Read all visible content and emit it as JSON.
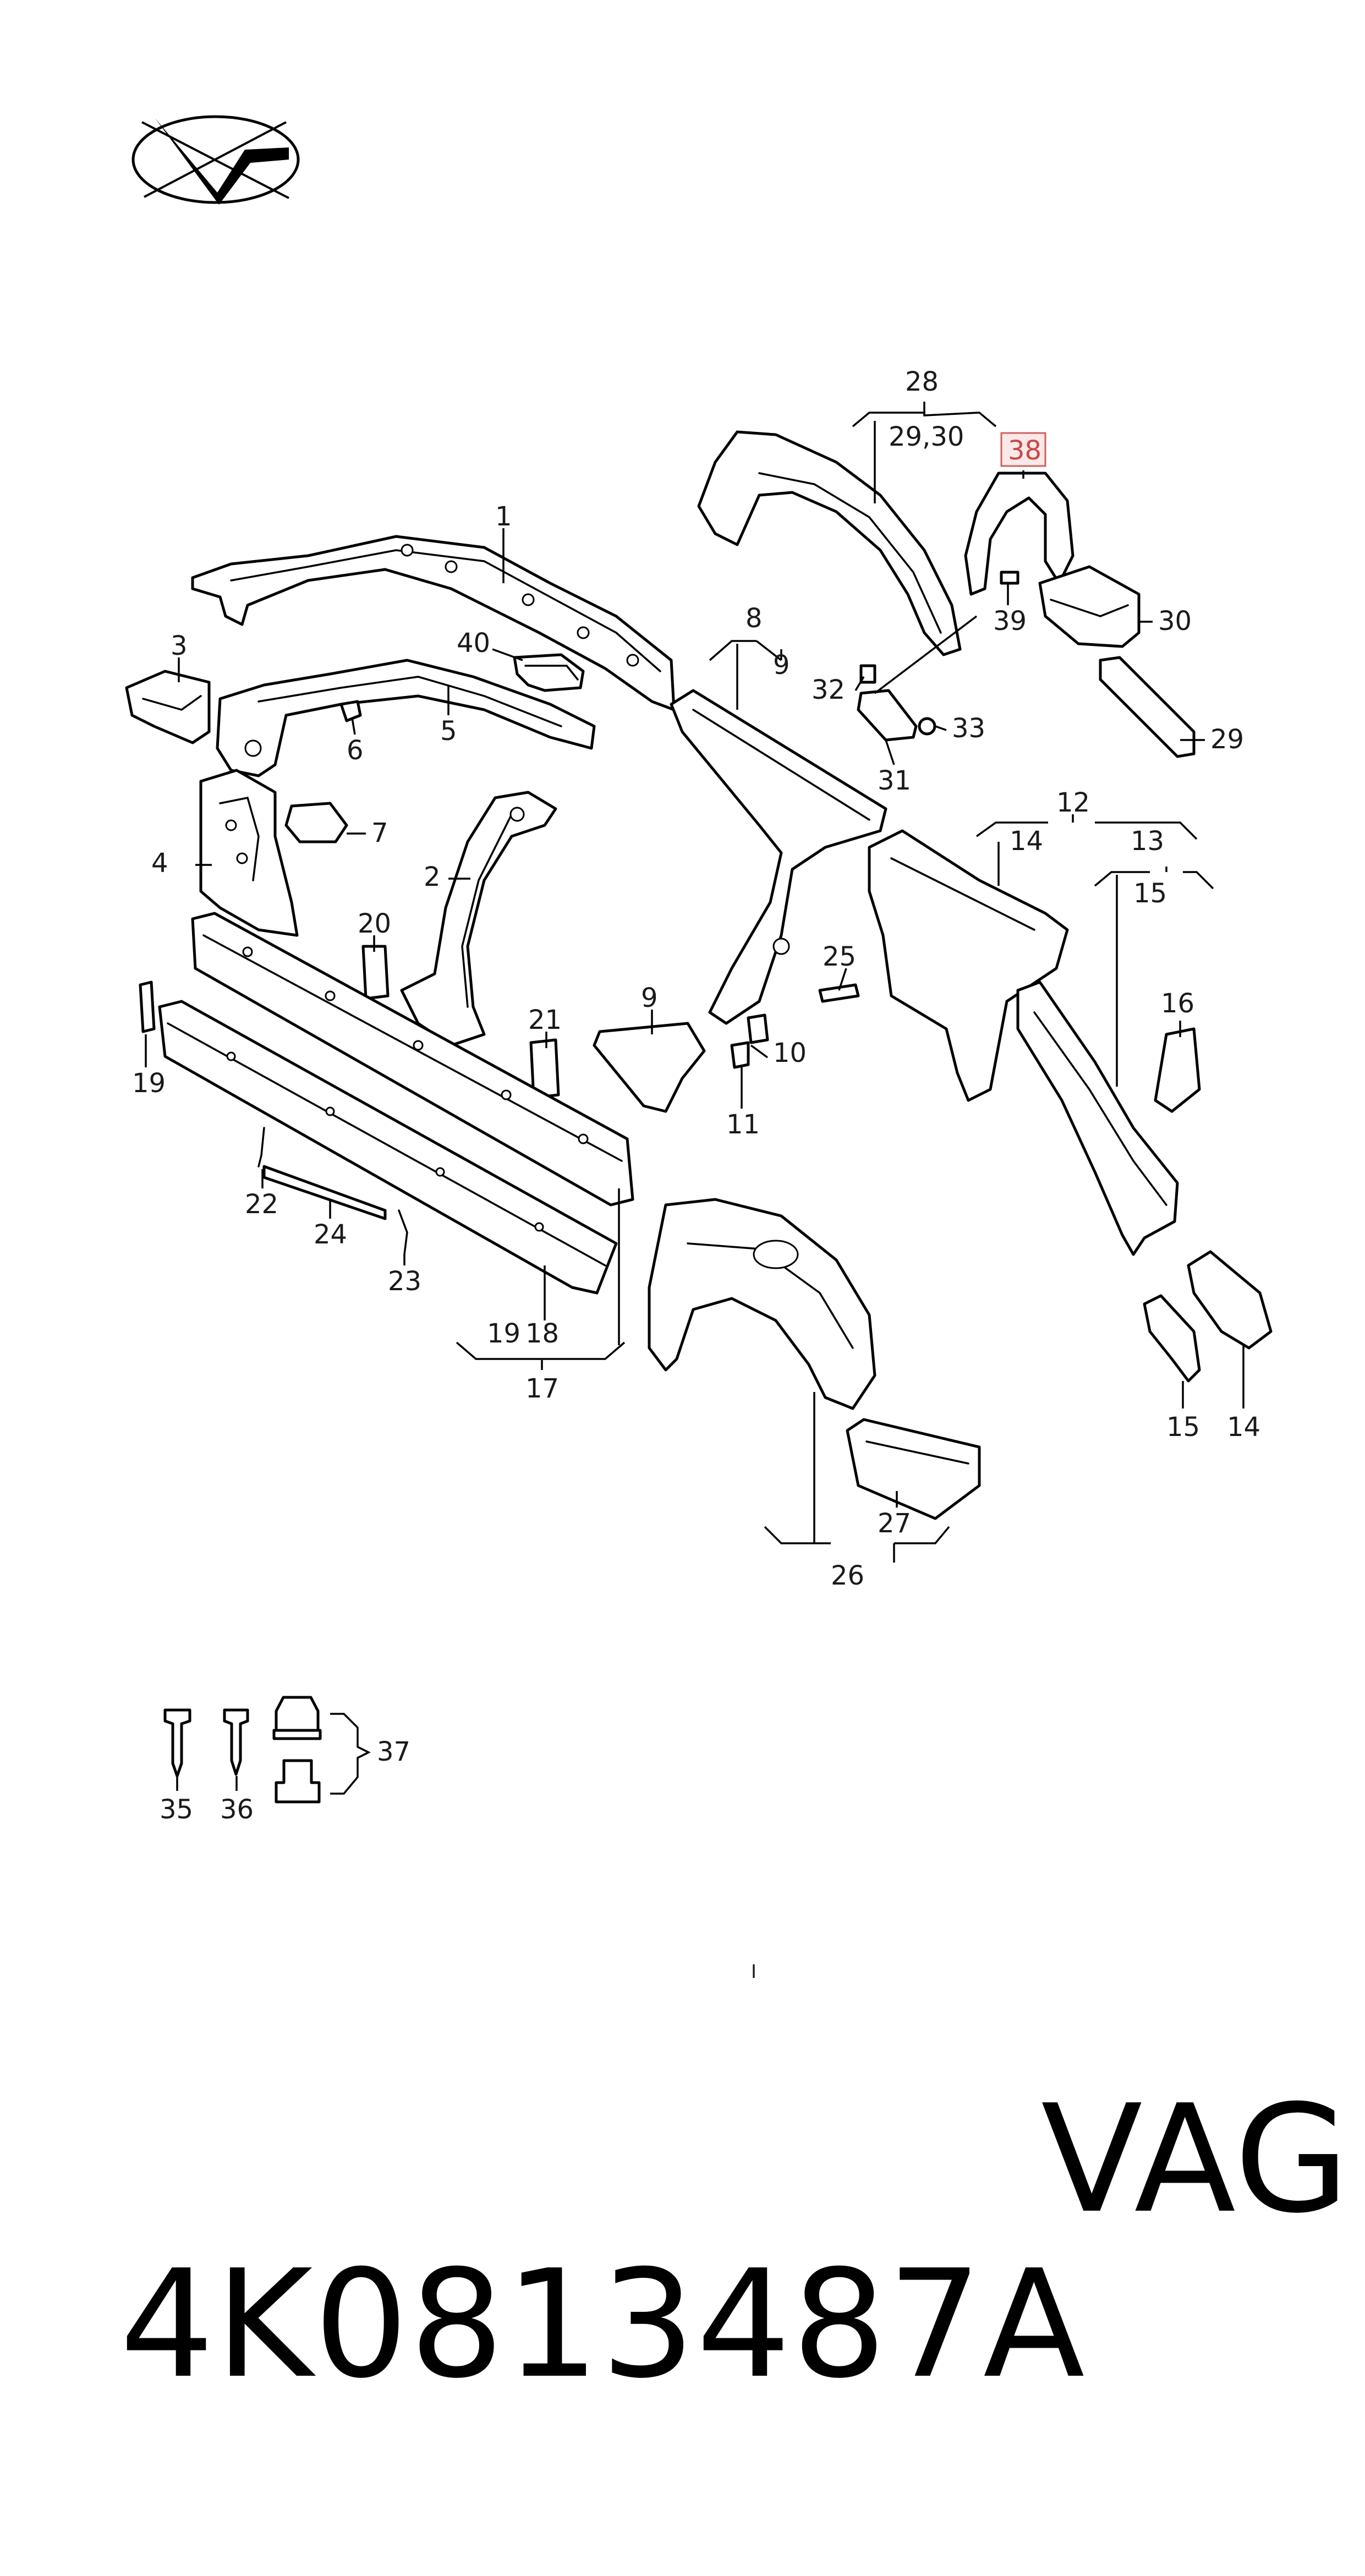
{
  "labels": {
    "c1": "1",
    "c2": "2",
    "c3": "3",
    "c4": "4",
    "c5": "5",
    "c6": "6",
    "c7": "7",
    "c8": "8",
    "c9a": "9",
    "c9b": "9",
    "c10": "10",
    "c11": "11",
    "c12": "12",
    "c13": "13",
    "c14a": "14",
    "c14b": "14",
    "c15a": "15",
    "c15b": "15",
    "c16": "16",
    "c17": "17",
    "c18": "18",
    "c19a": "19",
    "c19b": "19",
    "c20": "20",
    "c21": "21",
    "c22": "22",
    "c23": "23",
    "c24": "24",
    "c25": "25",
    "c26": "26",
    "c27": "27",
    "c28": "28",
    "c29a": "29",
    "c29_30": "29,30",
    "c30": "30",
    "c31": "31",
    "c32": "32",
    "c33": "33",
    "c35": "35",
    "c36": "36",
    "c37": "37",
    "c38": "38",
    "c39": "39",
    "c40": "40"
  },
  "highlighted_part": "38",
  "small_mark": "I",
  "part_number": "4K0813487A",
  "brand": "VAG",
  "icons": {
    "logo": "ellipse-arrow-logo-icon"
  },
  "colors": {
    "highlight_text": "#c84848",
    "highlight_box": "#fbe9e9",
    "line": "#000000"
  }
}
